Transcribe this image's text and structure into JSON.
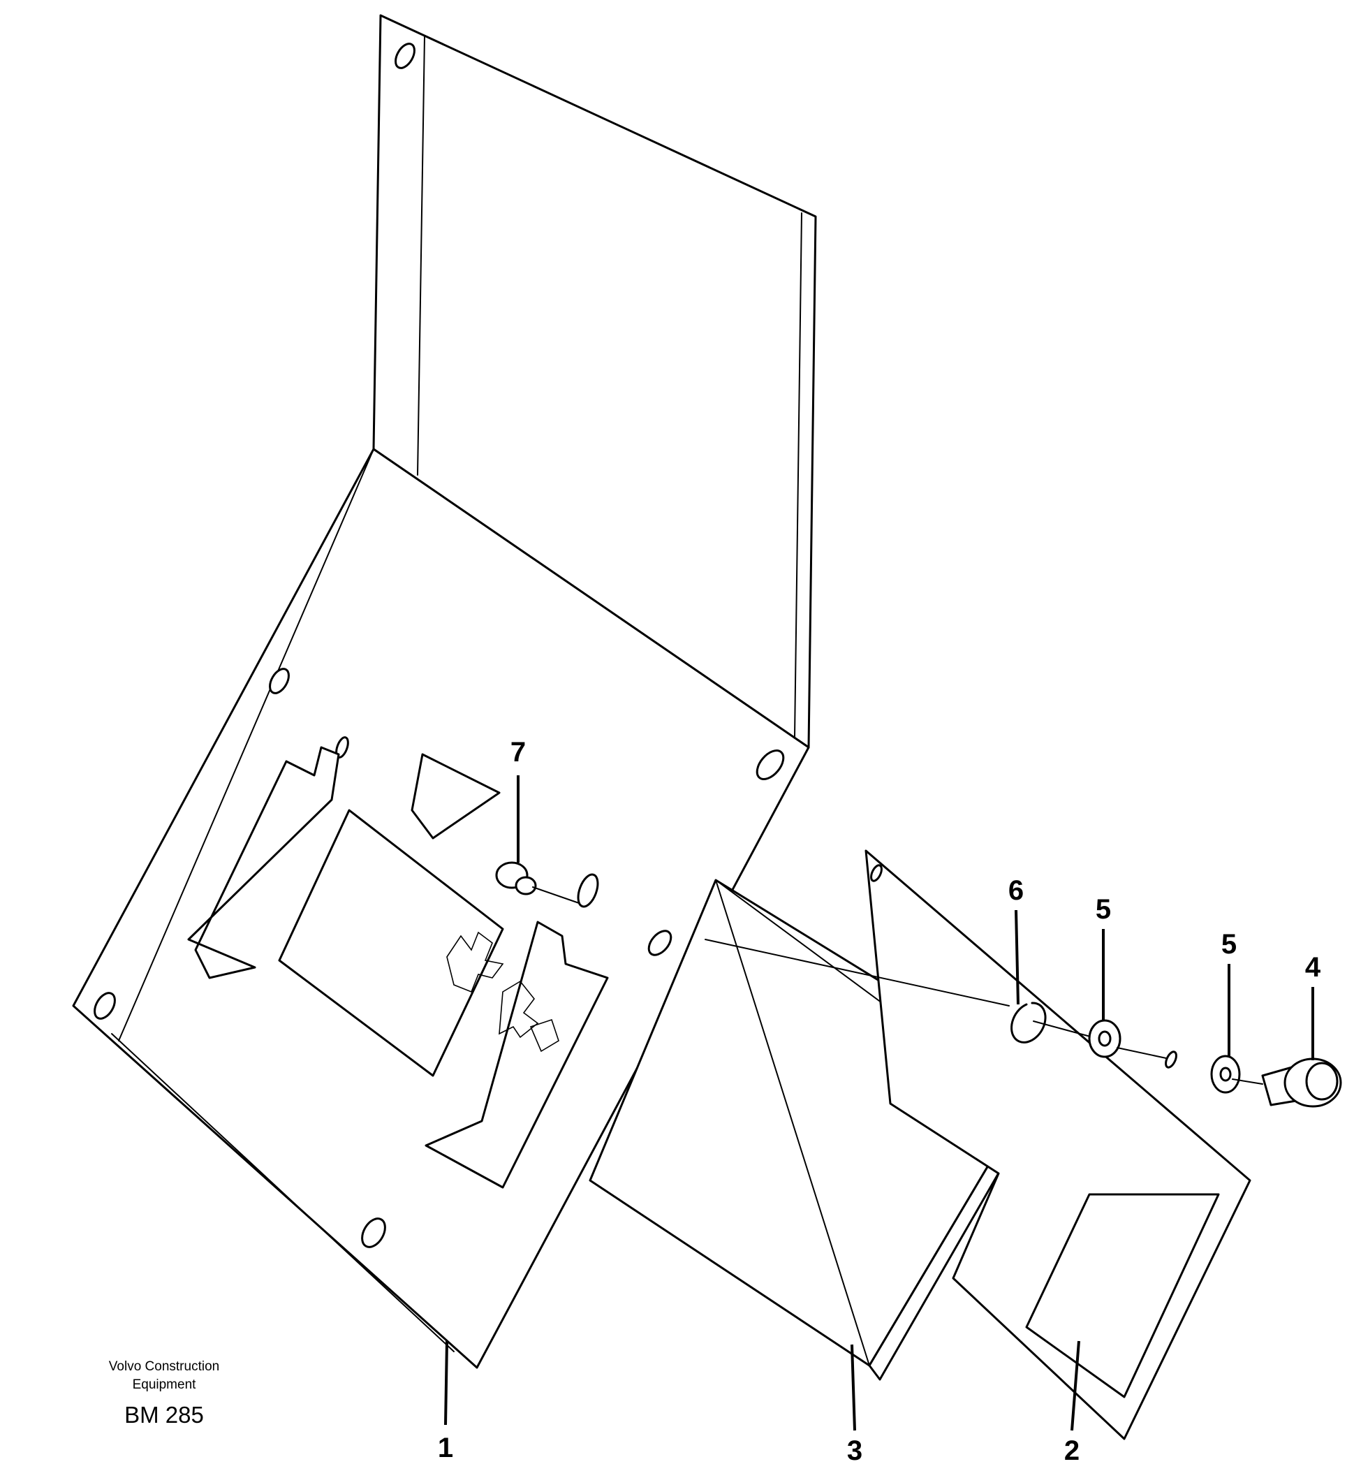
{
  "callouts": {
    "c1": "1",
    "c2": "2",
    "c3": "3",
    "c4": "4",
    "c5a": "5",
    "c5b": "5",
    "c6": "6",
    "c7": "7"
  },
  "credit": {
    "line1": "Volvo Construction",
    "line2": "Equipment",
    "code": "BM 285"
  }
}
